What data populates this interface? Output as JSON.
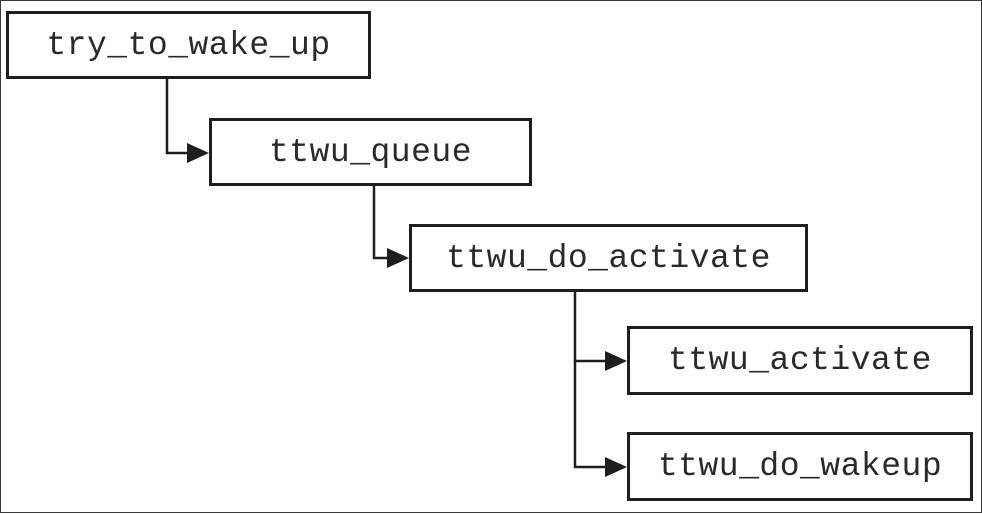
{
  "nodes": {
    "try_to_wake_up": "try_to_wake_up",
    "ttwu_queue": "ttwu_queue",
    "ttwu_do_activate": "ttwu_do_activate",
    "ttwu_activate": "ttwu_activate",
    "ttwu_do_wakeup": "ttwu_do_wakeup"
  },
  "edges": [
    {
      "from": "try_to_wake_up",
      "to": "ttwu_queue"
    },
    {
      "from": "ttwu_queue",
      "to": "ttwu_do_activate"
    },
    {
      "from": "ttwu_do_activate",
      "to": "ttwu_activate"
    },
    {
      "from": "ttwu_do_activate",
      "to": "ttwu_do_wakeup"
    }
  ],
  "colors": {
    "stroke": "#1e1e1e",
    "text": "#2a2a2a",
    "background": "#ffffff"
  }
}
